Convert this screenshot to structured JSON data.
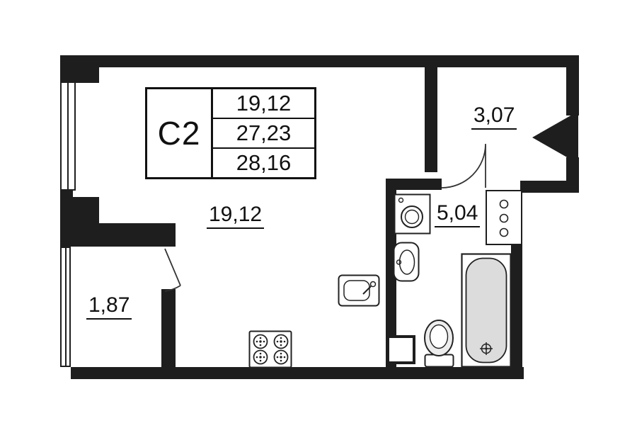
{
  "info_table": {
    "unit_code": "С2",
    "rows": [
      "19,12",
      "27,23",
      "28,16"
    ]
  },
  "rooms": {
    "living": {
      "label": "19,12"
    },
    "hall": {
      "label": "3,07"
    },
    "bathroom": {
      "label": "5,04"
    },
    "balcony": {
      "label": "1,87"
    }
  },
  "icons": [
    "entrance-arrow-icon",
    "washing-machine-icon",
    "washbasin-icon",
    "toilet-icon",
    "bathtub-icon",
    "bathtub-drain-icon",
    "kitchen-sink-icon",
    "stove-icon",
    "duct-pipes-icon",
    "bathroom-door-arc",
    "balcony-door-arc",
    "window-glazing",
    "ventilation-shaft"
  ],
  "colors": {
    "wall": "#1e1e1e",
    "stroke": "#222222",
    "bathtub_fill": "#dcdcdc",
    "toilet_fill": "#ededed",
    "background": "#ffffff"
  }
}
